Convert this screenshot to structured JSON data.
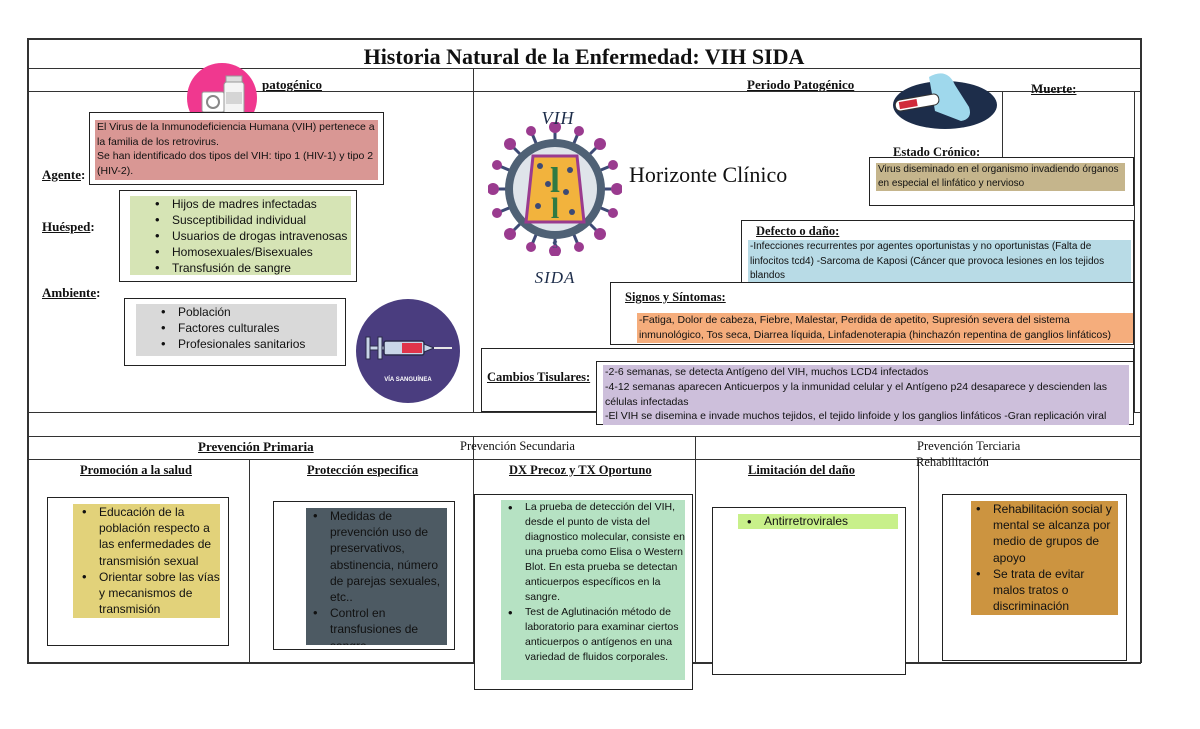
{
  "title": "Historia Natural de la Enfermedad: VIH SIDA",
  "prepatogenic": {
    "header": "patogénico",
    "agente_label": "Agente",
    "huesped_label": "Huésped",
    "ambiente_label": "Ambiente",
    "agente_text": "El Virus de la Inmunodeficiencia Humana (VIH) pertenece a la familia de los retrovirus.\nSe han identificado dos tipos del VIH: tipo 1 (HIV-1) y tipo 2 (HIV-2).",
    "huesped_items": [
      "Hijos de madres infectadas",
      "Susceptibilidad individual",
      "Usuarios de drogas intravenosas",
      "Homosexuales/Bisexuales",
      "Transfusión de sangre"
    ],
    "ambiente_items": [
      "Población",
      "Factores culturales",
      "Profesionales sanitarios"
    ],
    "syringe_caption": "VÍA SANGUÍNEA"
  },
  "patogenic": {
    "header": "Periodo Patogénico",
    "muerte_label": "Muerte:",
    "virus_top_text": "VIH",
    "virus_bottom_text": "SIDA",
    "horizonte": "Horizonte Clínico",
    "estado_label": "Estado Crónico:",
    "estado_text": "Virus diseminado en el organismo invadiendo órganos en especial el linfático y nervioso",
    "defecto_label": "Defecto o daño:",
    "defecto_text": "-Infecciones recurrentes por agentes oportunistas y no oportunistas (Falta de linfocitos tcd4) -Sarcoma de Kaposi (Cáncer que provoca lesiones en los tejidos blandos\n-Otros: Diarrea abundante y persistente. Herpes. Ttbc pulmonar.  Dermatitis persistente",
    "signos_label": "Signos y Síntomas:",
    "signos_text": "-Fatiga, Dolor de cabeza, Fiebre, Malestar, Perdida de apetito, Supresión severa del sistema inmunológico, Tos seca, Diarrea líquida, Linfadenoterapia (hinchazón repentina de ganglios linfáticos)",
    "cambios_label": "Cambios Tisulares:",
    "cambios_text": "-2-6 semanas, se detecta Antígeno del VIH, muchos LCD4 infectados\n-4-12 semanas aparecen Anticuerpos y la inmunidad celular y el Antígeno p24 desaparece y descienden las células infectadas\n-El VIH se disemina e invade muchos tejidos, el tejido linfoide y los ganglios linfáticos -Gran replicación viral"
  },
  "prevention": {
    "primaria": "Prevención Primaria",
    "secundaria": "Prevención Secundaria",
    "terciaria": "Prevención Terciaria",
    "rehabilitacion": "Rehabilitación",
    "promocion_label": "Promoción a la salud",
    "proteccion_label": "Protección especifica",
    "dx_label": "DX Precoz y TX Oportuno",
    "limitacion_label": "Limitación del daño",
    "promocion_items": [
      "Educación de la población respecto a las enfermedades de transmisión sexual",
      "Orientar sobre las vías y mecanismos de transmisión"
    ],
    "proteccion_items": [
      "Medidas de prevención uso de preservativos, abstinencia, número de parejas sexuales, etc..",
      "Control en transfusiones de sangre"
    ],
    "dx_items": [
      "La prueba de detección del VIH, desde el punto de vista del diagnostico molecular, consiste en una prueba como Elisa o Western Blot. En esta prueba se detectan anticuerpos específicos en la sangre.",
      "Test de Aglutinación método de laboratorio para examinar ciertos anticuerpos o antígenos en una variedad de fluidos corporales."
    ],
    "limitacion_items": [
      "Antirretrovirales"
    ],
    "rehab_items": [
      "Rehabilitación social y mental se alcanza por medio de grupos de apoyo",
      "Se trata de evitar malos tratos o discriminación"
    ]
  },
  "colors": {
    "pink": "#d99794",
    "light_green": "#d6e4b5",
    "gray": "#d9d9d9",
    "tan": "#c5b58c",
    "light_blue": "#b8dbe6",
    "orange": "#f5ad7c",
    "lavender": "#cdbfdb",
    "yellow": "#e2d27a",
    "slate": "#4d5a63",
    "mint": "#b6e2c3",
    "lime": "#c8f08a",
    "brown": "#cc9440"
  },
  "icons": [
    "pills-icon",
    "virus-icon",
    "blood-test-icon",
    "syringe-icon"
  ]
}
